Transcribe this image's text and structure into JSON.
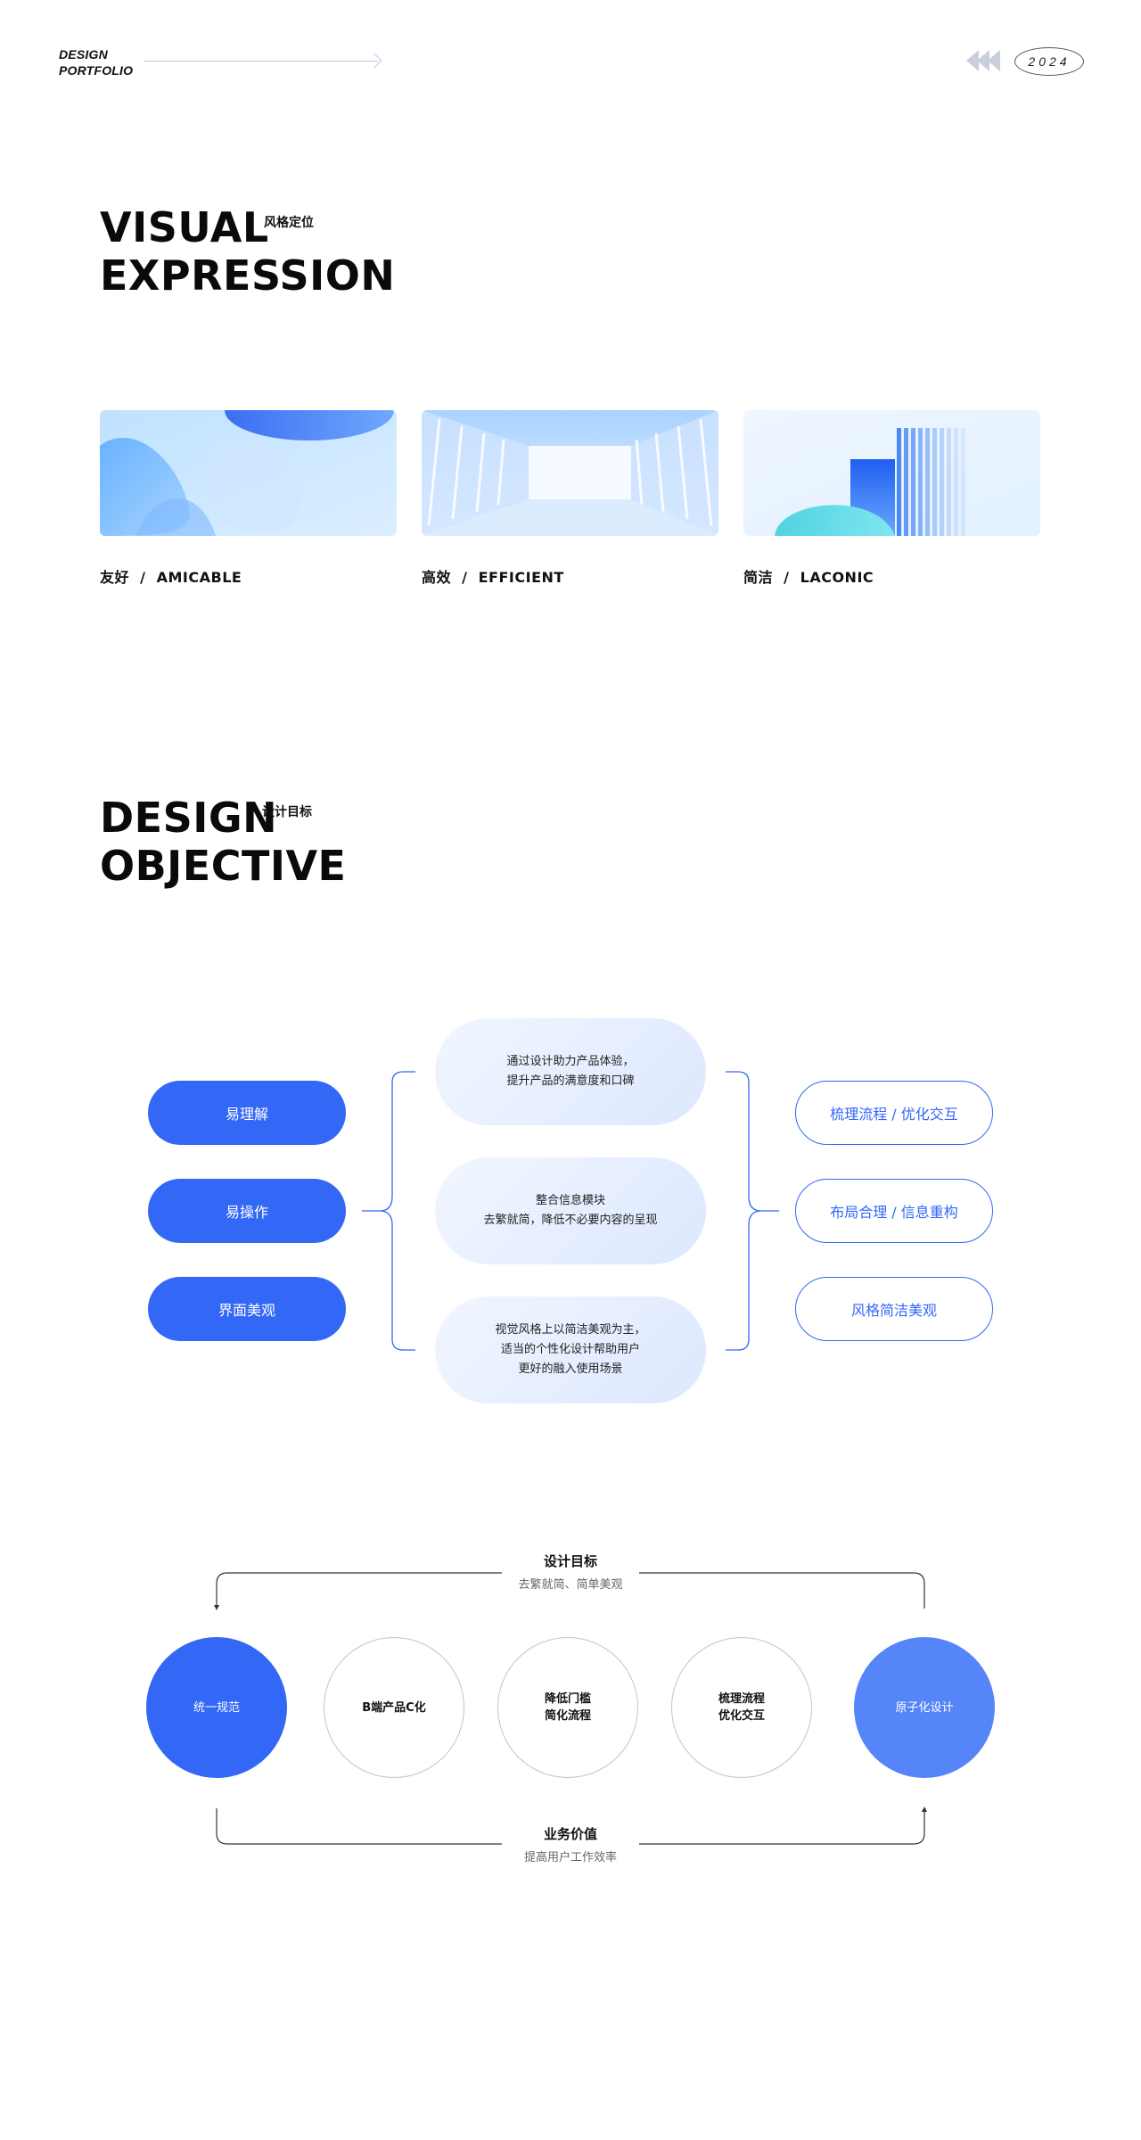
{
  "header": {
    "brand_line1": "DESIGN",
    "brand_line2": "PORTFOLIO",
    "year": "2024"
  },
  "visual": {
    "title_line1": "VISUAL",
    "title_line2": "EXPRESSION",
    "subtitle": "风格定位",
    "cards": [
      {
        "caption": "友好  /  AMICABLE"
      },
      {
        "caption": "高效  /  EFFICIENT"
      },
      {
        "caption": "简洁  /  LACONIC"
      }
    ]
  },
  "objective": {
    "title_line1": "DESIGN",
    "title_line2": "OBJECTIVE",
    "subtitle": "设计目标",
    "left_pills": [
      "易理解",
      "易操作",
      "界面美观"
    ],
    "center": [
      {
        "line1": "通过设计助力产品体验，",
        "line2": "提升产品的满意度和口碑",
        "line3": ""
      },
      {
        "line1": "整合信息模块",
        "line2": "去繁就简，降低不必要内容的呈现",
        "line3": ""
      },
      {
        "line1": "视觉风格上以简洁美观为主，",
        "line2": "适当的个性化设计帮助用户",
        "line3": "更好的融入使用场景"
      }
    ],
    "right_pills": [
      "梳理流程 / 优化交互",
      "布局合理 / 信息重构",
      "风格简洁美观"
    ]
  },
  "flow": {
    "top_title": "设计目标",
    "top_sub": "去繁就简、简单美观",
    "circles": [
      {
        "line1": "统一规范",
        "line2": ""
      },
      {
        "line1": "B端产品C化",
        "line2": ""
      },
      {
        "line1": "降低门槛",
        "line2": "简化流程"
      },
      {
        "line1": "梳理流程",
        "line2": "优化交互"
      },
      {
        "line1": "原子化设计",
        "line2": ""
      }
    ],
    "bottom_title": "业务价值",
    "bottom_sub": "提高用户工作效率"
  },
  "colors": {
    "accent": "#3367f6",
    "accent_light": "#5585f8",
    "blob_from": "#f1f6ff",
    "blob_to": "#dde8ff"
  }
}
